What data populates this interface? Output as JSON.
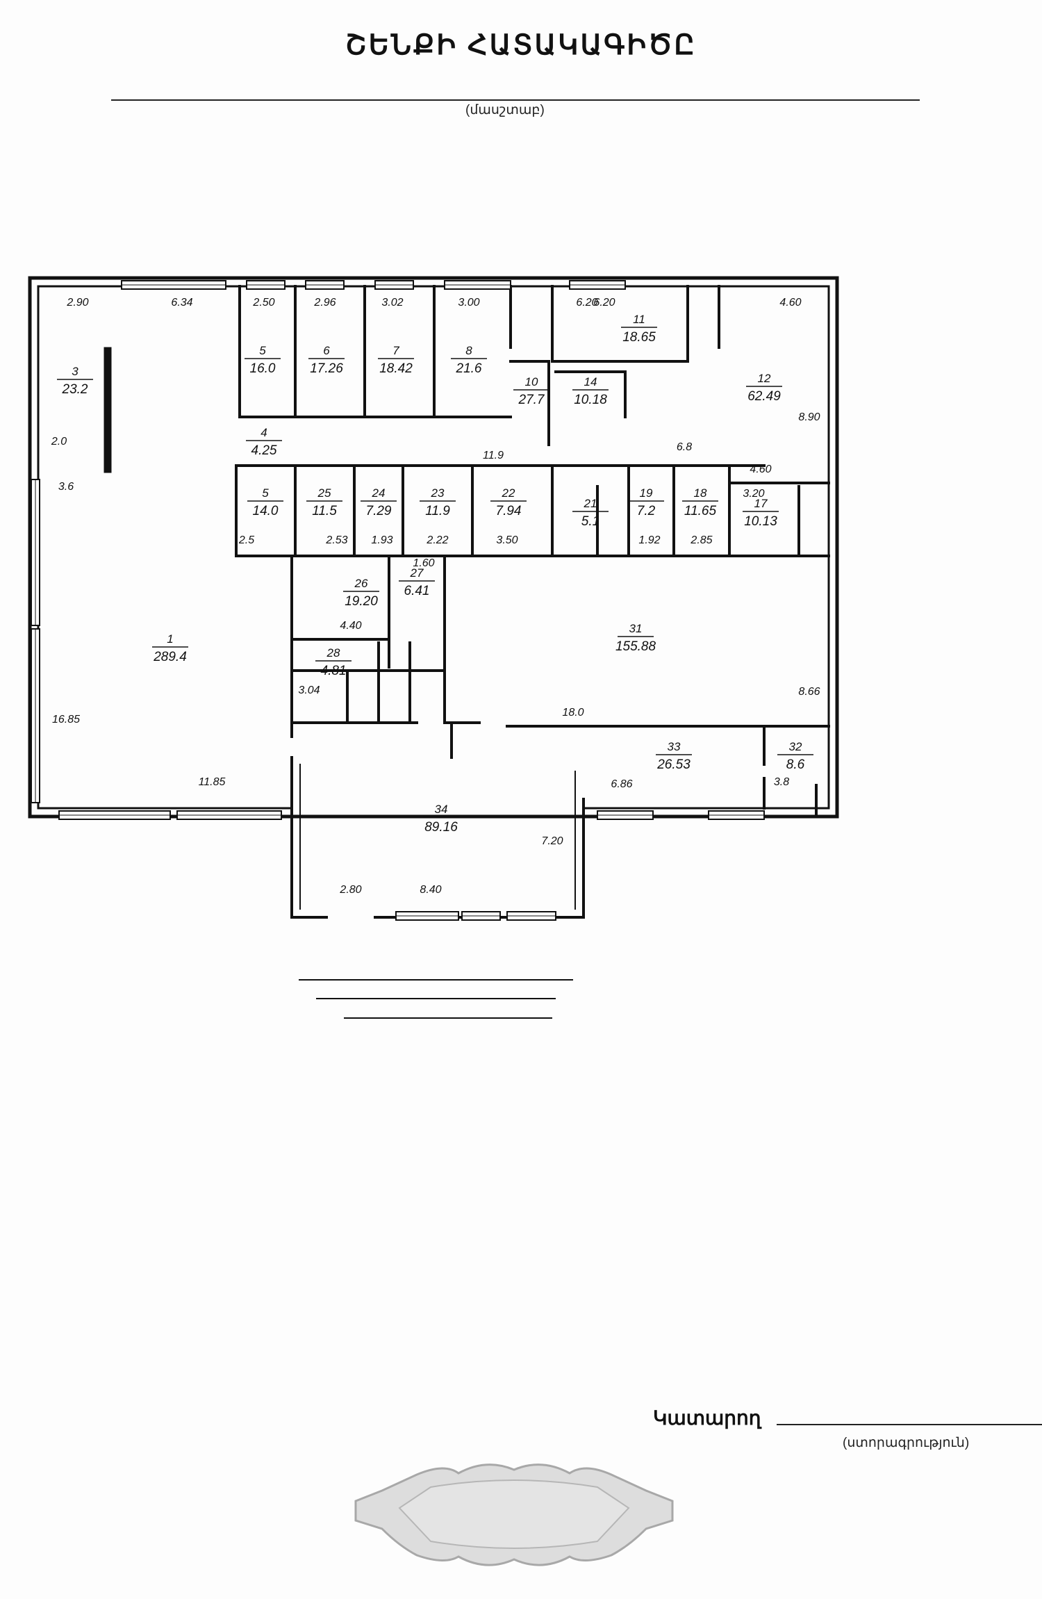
{
  "header": {
    "title": "ՇԵՆՔԻ ՀԱՏԱԿԱԳԻԾԸ",
    "address_caption": "(մասշտաբ)"
  },
  "footer": {
    "executor_label": "Կատարող",
    "signature_caption": "(ստորագրություն)"
  },
  "rooms": [
    {
      "num": "1",
      "area": "289.4"
    },
    {
      "num": "3",
      "area": "23.2"
    },
    {
      "num": "5",
      "area": "16.0"
    },
    {
      "num": "6",
      "area": "17.26"
    },
    {
      "num": "7",
      "area": "18.42"
    },
    {
      "num": "8",
      "area": "21.6"
    },
    {
      "num": "11",
      "area": "18.65"
    },
    {
      "num": "12",
      "area": "62.49"
    },
    {
      "num": "14",
      "area": "10.18"
    },
    {
      "num": "10",
      "area": "27.7"
    },
    {
      "num": "4",
      "area": "4.25"
    },
    {
      "num": "5",
      "area": "14.0"
    },
    {
      "num": "25",
      "area": "11.5"
    },
    {
      "num": "24",
      "area": "7.29"
    },
    {
      "num": "23",
      "area": "11.9"
    },
    {
      "num": "22",
      "area": "7.94"
    },
    {
      "num": "21",
      "area": "5.1"
    },
    {
      "num": "19",
      "area": "7.2"
    },
    {
      "num": "18",
      "area": "11.65"
    },
    {
      "num": "17",
      "area": "10.13"
    },
    {
      "num": "26",
      "area": "19.20"
    },
    {
      "num": "27",
      "area": "6.41"
    },
    {
      "num": "28",
      "area": "4.81"
    },
    {
      "num": "31",
      "area": "155.88"
    },
    {
      "num": "33",
      "area": "26.53"
    },
    {
      "num": "32",
      "area": "8.6"
    },
    {
      "num": "34",
      "area": "89.16"
    }
  ],
  "dimensions": [
    "2.90",
    "6.34",
    "2.50",
    "2.96",
    "3.02",
    "3.00",
    "6.20",
    "4.60",
    "6.20",
    "11.9",
    "6.8",
    "4.60",
    "3.20",
    "18.0",
    "8.66",
    "11.85",
    "16.85",
    "6.86",
    "3.8",
    "2.80",
    "8.40",
    "7.20",
    "8.90",
    "2.53",
    "1.93",
    "2.22",
    "3.50",
    "1.92",
    "2.85",
    "1.60",
    "4.40",
    "3.6",
    "2.0",
    "3.04",
    "2.5"
  ]
}
